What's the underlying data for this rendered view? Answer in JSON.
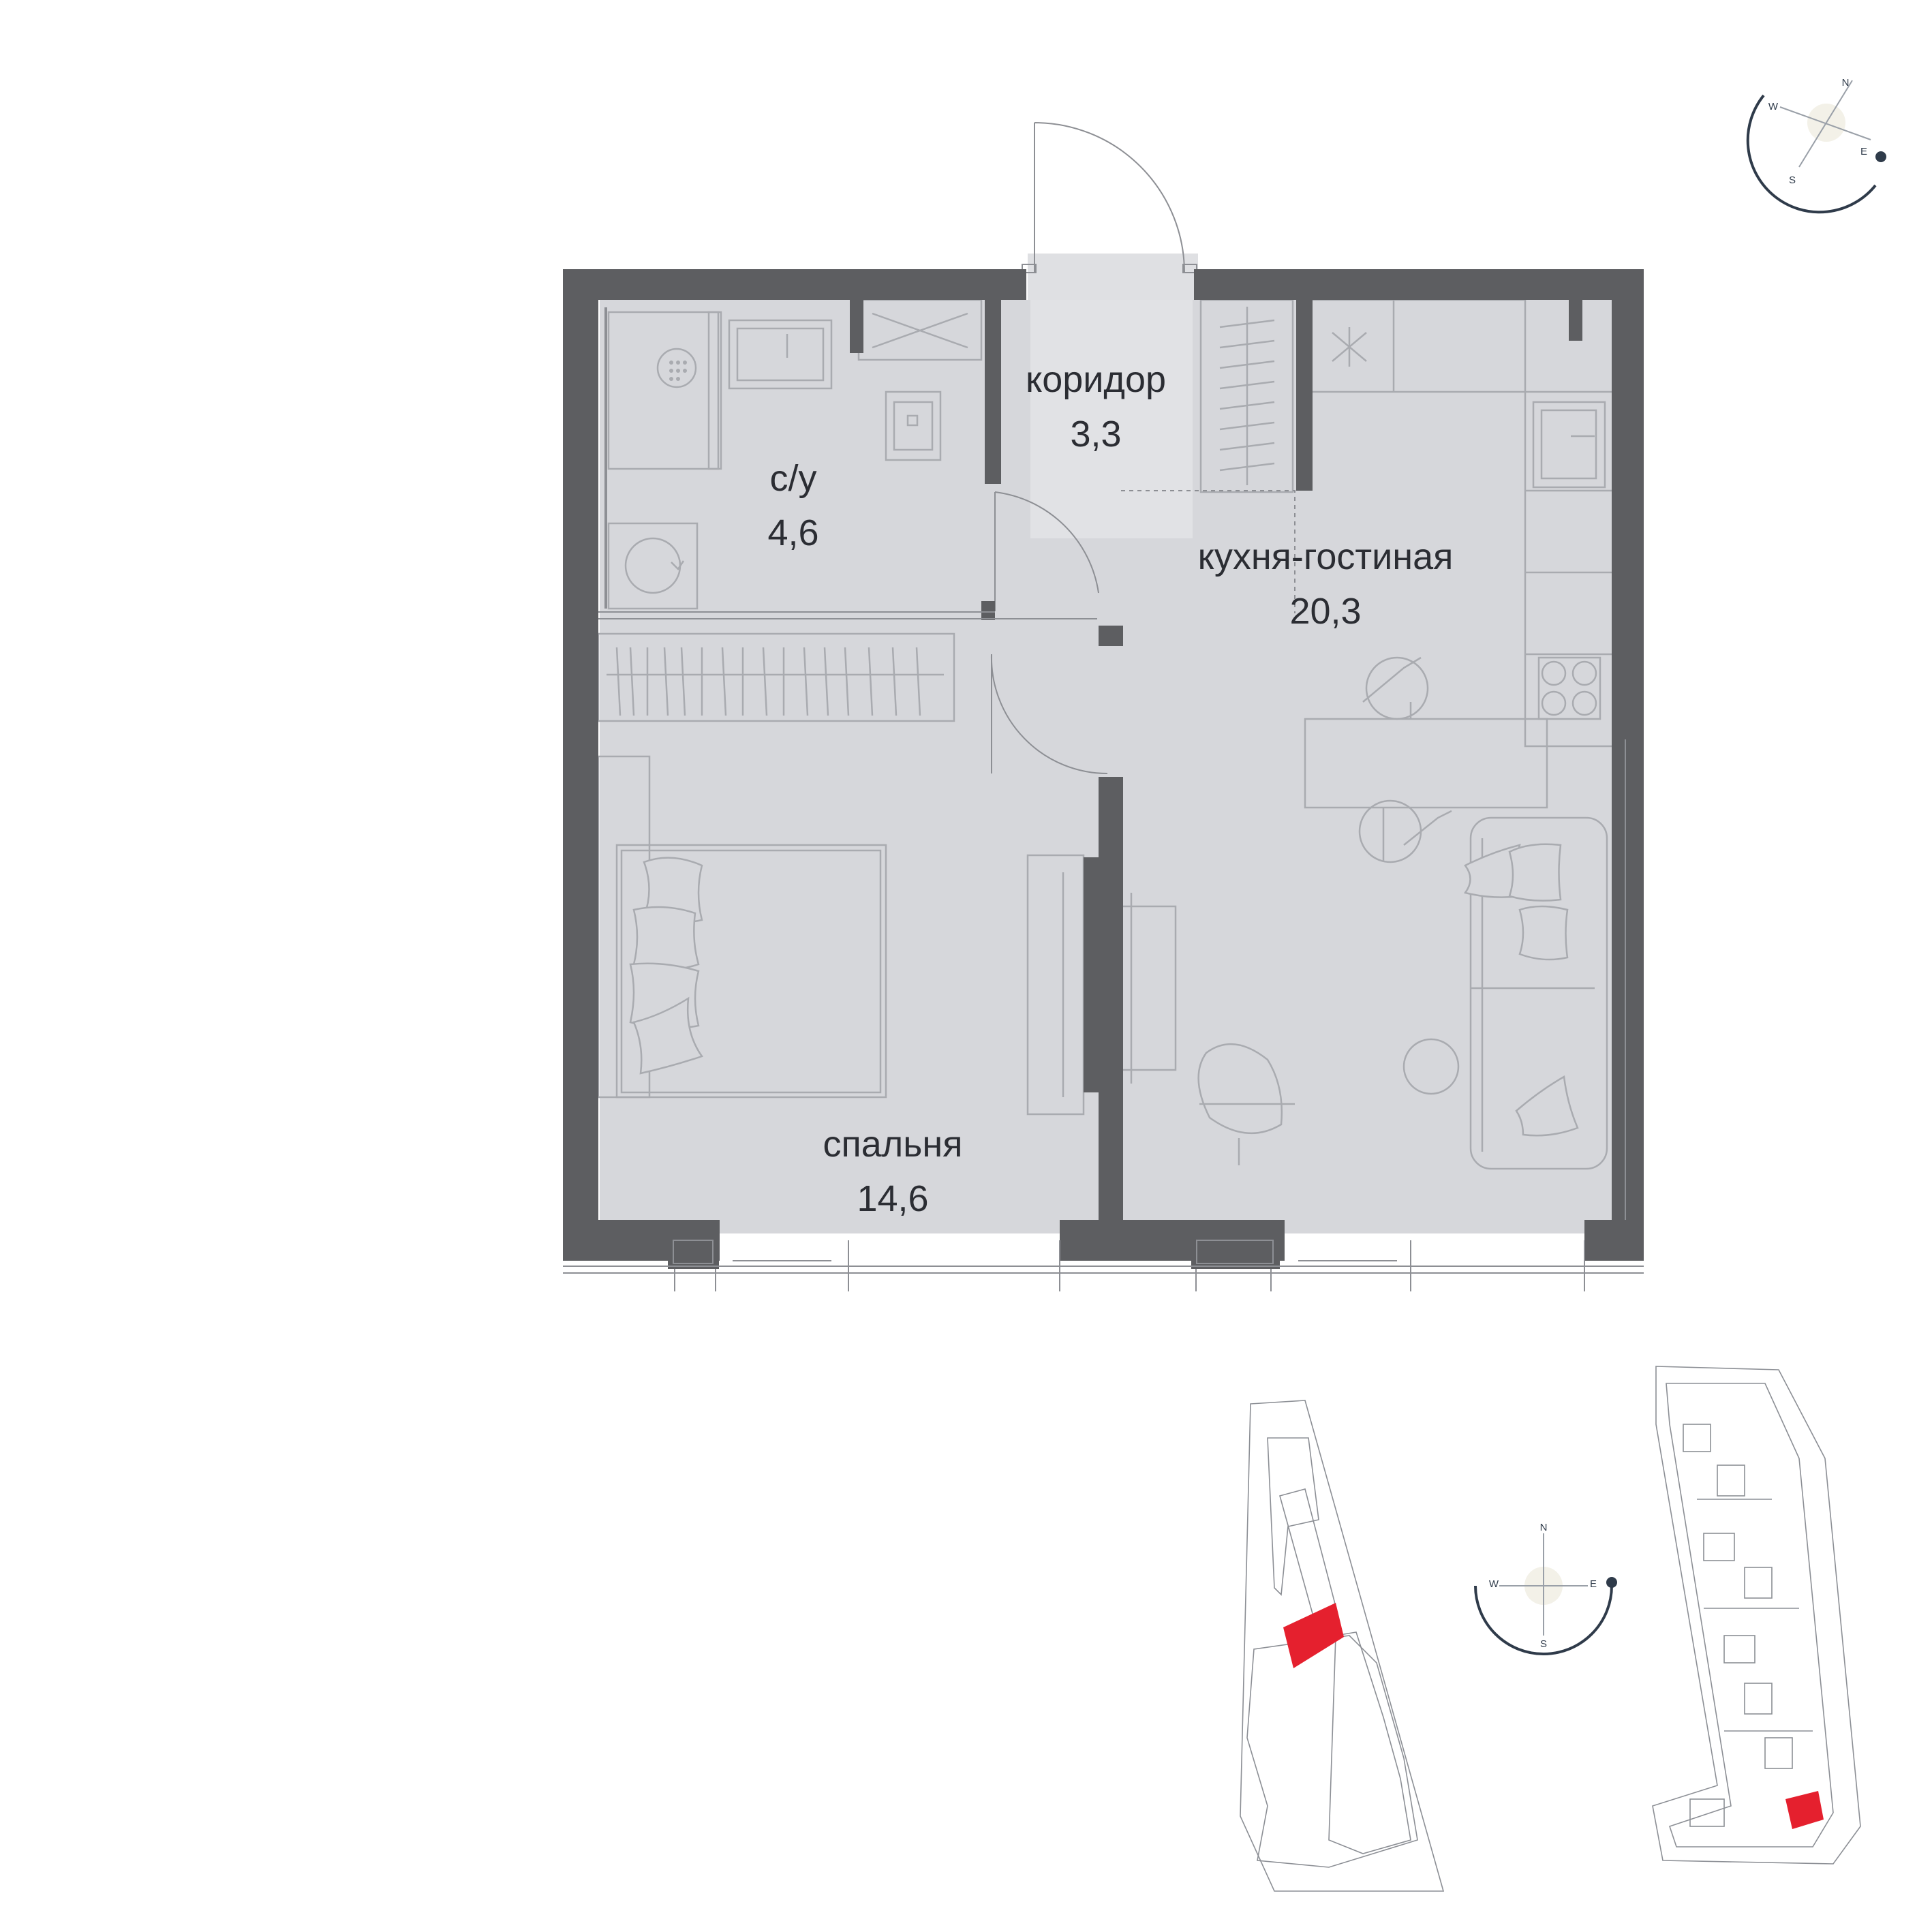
{
  "rooms": {
    "corridor": {
      "name": "коридор",
      "area": "3,3"
    },
    "bathroom": {
      "name": "с/у",
      "area": "4,6"
    },
    "kitchen_living": {
      "name": "кухня-гостиная",
      "area": "20,3"
    },
    "bedroom": {
      "name": "спальня",
      "area": "14,6"
    }
  },
  "compass": {
    "north": "N",
    "south": "S",
    "east": "E",
    "west": "W"
  },
  "colors": {
    "wall": "#5d5e61",
    "floor": "#d6d7db",
    "highlight": "#e5202e",
    "compass_line": "#2f3b4a"
  }
}
